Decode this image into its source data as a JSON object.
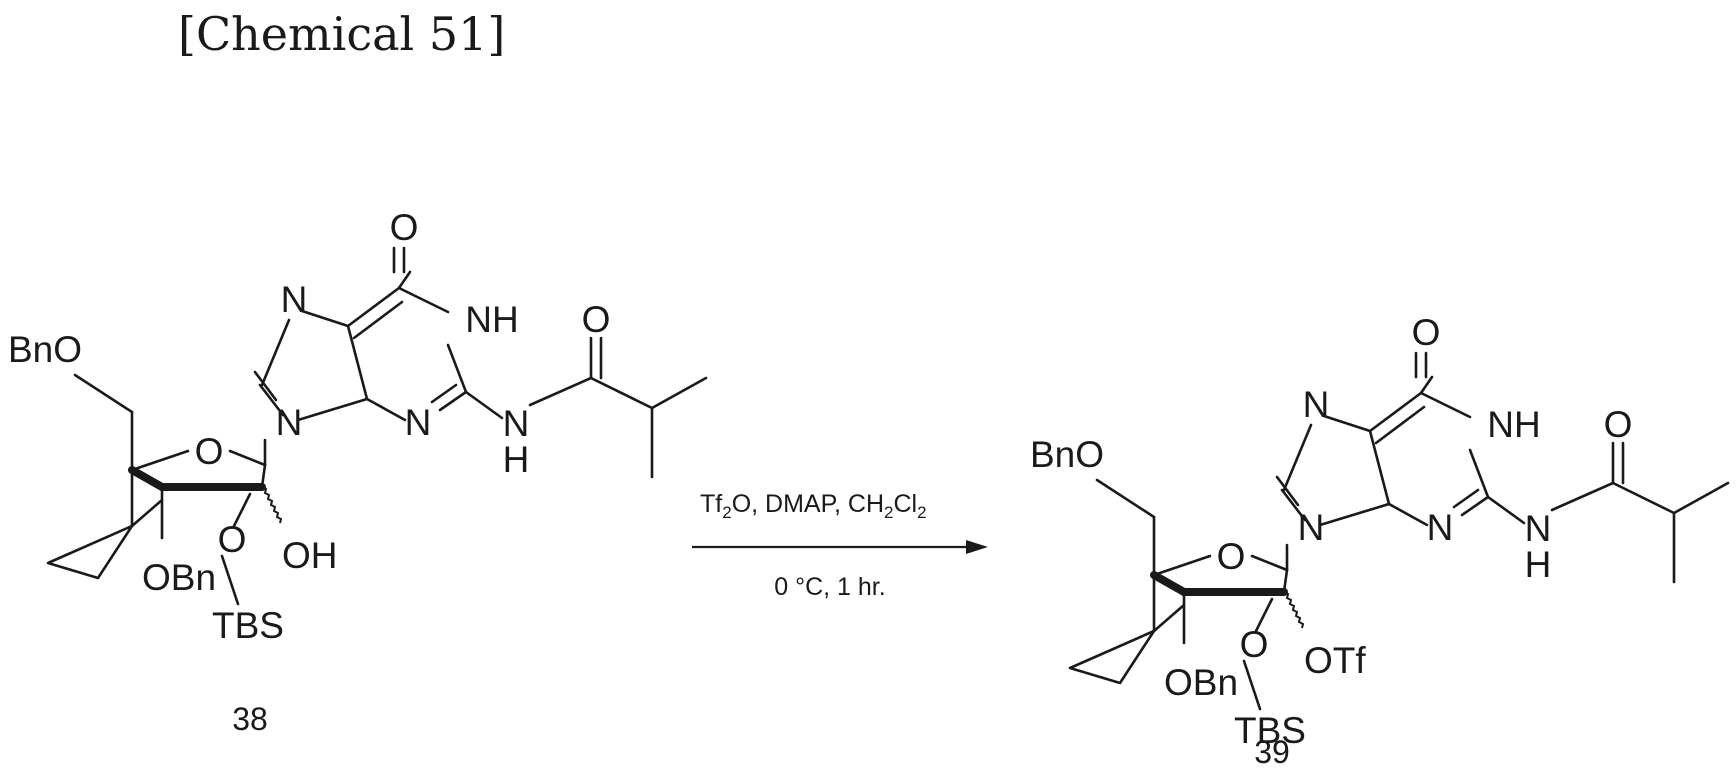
{
  "heading": "[Chemical 51]",
  "reaction": {
    "conditions_top": "Tf2O, DMAP, CH2Cl2",
    "conditions_bottom": "0 °C, 1 hr."
  },
  "compound_38": {
    "number": "38",
    "labels": {
      "carbonyl_o": "O",
      "n7": "N",
      "n1h": "NH",
      "amide_o": "O",
      "bno": "BnO",
      "n9": "N",
      "n3": "N",
      "amide_n": "N",
      "amide_h": "H",
      "ring_o": "O",
      "o_tbs": "O",
      "oh": "OH",
      "obn": "OBn",
      "tbs": "TBS"
    }
  },
  "compound_39": {
    "number": "39",
    "labels": {
      "carbonyl_o": "O",
      "n7": "N",
      "n1h": "NH",
      "amide_o": "O",
      "bno": "BnO",
      "n9": "N",
      "n3": "N",
      "amide_n": "N",
      "amide_h": "H",
      "ring_o": "O",
      "o_tbs": "O",
      "otf": "OTf",
      "obn": "OBn",
      "tbs": "TBS"
    }
  }
}
